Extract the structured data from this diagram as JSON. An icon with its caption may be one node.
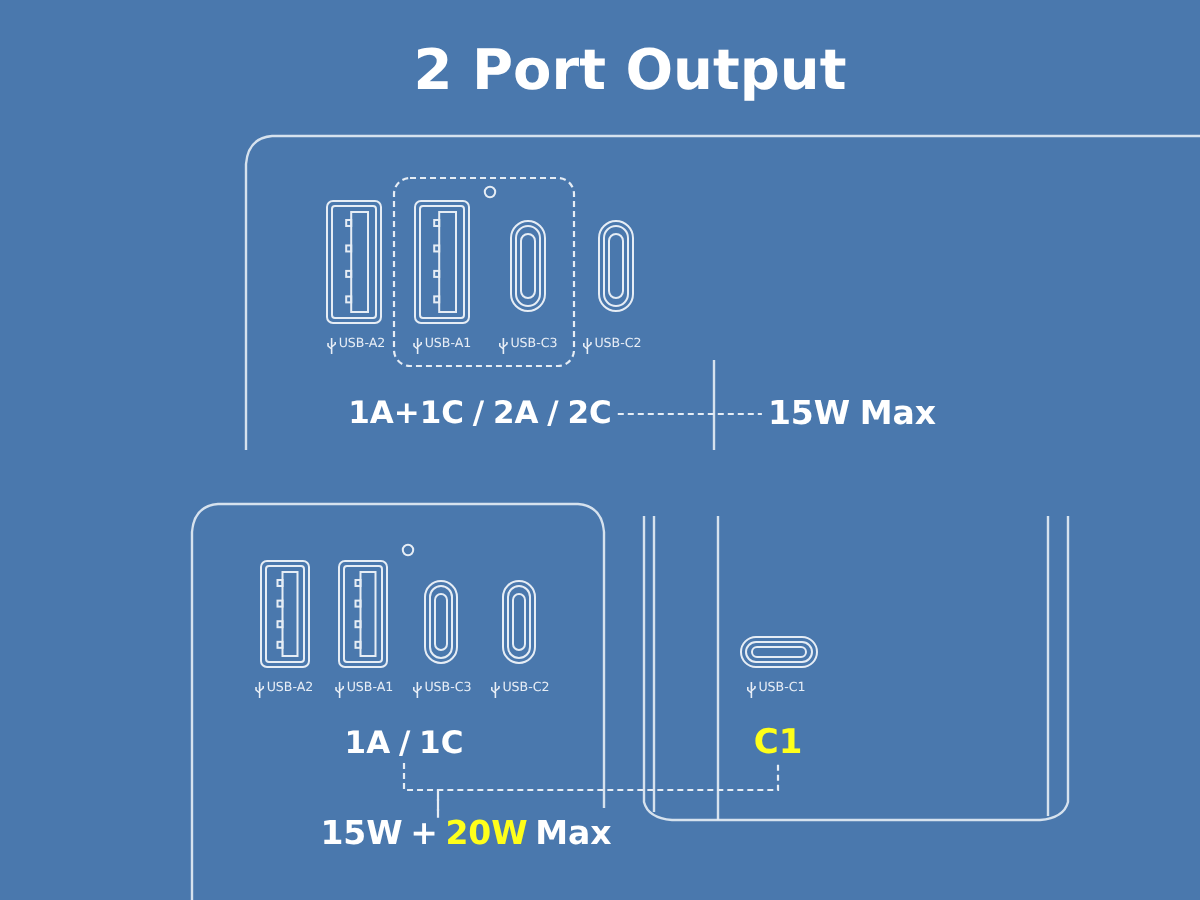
{
  "diagram": {
    "title": "2 Port Output",
    "nodes": [
      {
        "text": [
          "1A+1C / 2A / 2C"
        ]
      },
      {
        "text": [
          "15W Max"
        ]
      },
      {
        "text": [
          "1A / 1C"
        ]
      },
      {
        "text": [
          "C1"
        ]
      },
      {
        "text": [
          "15W + 20W Max"
        ]
      }
    ],
    "edges": [
      {
        "from": 0,
        "to": 1,
        "arrow": "none",
        "style": "dashed"
      },
      {
        "from": 2,
        "to": 4,
        "arrow": "none",
        "style": "dashed"
      },
      {
        "from": 3,
        "to": 4,
        "arrow": "none",
        "style": "dashed"
      }
    ],
    "labels": [
      "USB-A2",
      "USB-A1",
      "USB-C3",
      "USB-C2",
      "USB-A2",
      "USB-A1",
      "USB-C3",
      "USB-C2",
      "USB-C1"
    ]
  }
}
